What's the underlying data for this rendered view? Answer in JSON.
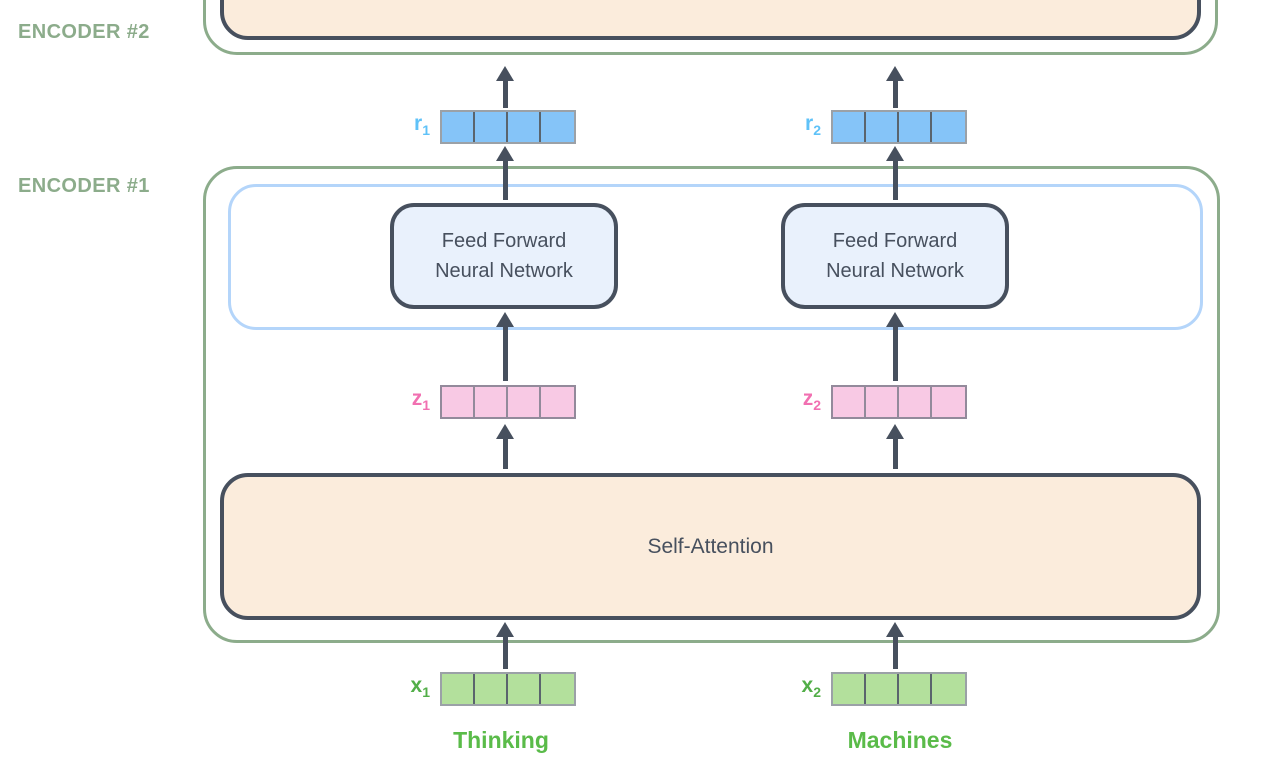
{
  "colors": {
    "slate": "#47505e",
    "sage": "#8cac8b",
    "peach_fill": "#fbecdc",
    "ffnn_fill": "#e9f1fc",
    "blue_border": "#b4d5fa",
    "blue_cell": "#85c4f8",
    "blue_label": "#5fc2f8",
    "pink_cell": "#f8c9e4",
    "pink_label": "#f170b1",
    "pink_cell_border": "#938a9b",
    "green_cell": "#b3e09c",
    "green_label": "#52ae48",
    "word_green": "#5abb49",
    "cell_outline": "#9ba1a7",
    "cell_divider": "#5a646d"
  },
  "encoders": {
    "encoder2_label": "ENCODER #2",
    "encoder1_label": "ENCODER #1"
  },
  "blocks": {
    "ffnn_line1": "Feed Forward",
    "ffnn_line2": "Neural Network",
    "self_attention": "Self-Attention"
  },
  "vectors": {
    "r1": {
      "base": "r",
      "sub": "1"
    },
    "r2": {
      "base": "r",
      "sub": "2"
    },
    "z1": {
      "base": "z",
      "sub": "1"
    },
    "z2": {
      "base": "z",
      "sub": "2"
    },
    "x1": {
      "base": "x",
      "sub": "1"
    },
    "x2": {
      "base": "x",
      "sub": "2"
    }
  },
  "words": {
    "token1": "Thinking",
    "token2": "Machines"
  }
}
